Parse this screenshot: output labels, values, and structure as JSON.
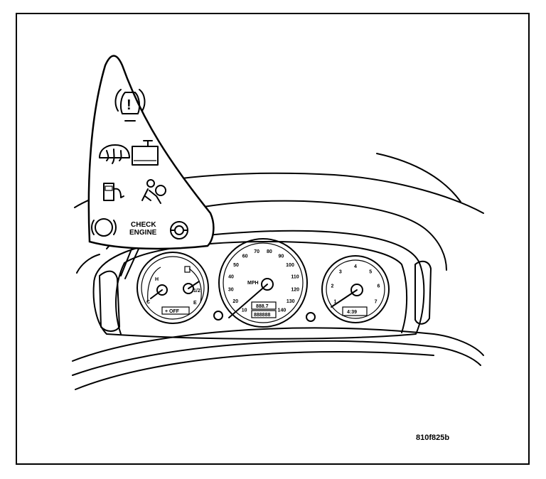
{
  "figure_code": "810f825b",
  "warning_panel": {
    "check_engine_line1": "CHECK",
    "check_engine_line2": "ENGINE"
  },
  "temp_gauge": {
    "hot_label": "H",
    "cold_label": "C"
  },
  "fuel_gauge": {
    "half_label": "1/2",
    "empty_label": "E"
  },
  "speedometer": {
    "mph_ticks": [
      "10",
      "20",
      "30",
      "40",
      "50",
      "60",
      "70",
      "80",
      "90",
      "100",
      "110",
      "120",
      "130",
      "140"
    ],
    "unit_label": "MPH",
    "trip_readout": "888.7",
    "odometer_readout": "888888"
  },
  "tachometer": {
    "ticks": [
      "1",
      "2",
      "3",
      "4",
      "5",
      "6",
      "7"
    ],
    "clock_readout": "4:39"
  },
  "center_display": {
    "readout": "+ OFF"
  },
  "colors": {
    "ink": "#000000",
    "paper": "#ffffff"
  }
}
